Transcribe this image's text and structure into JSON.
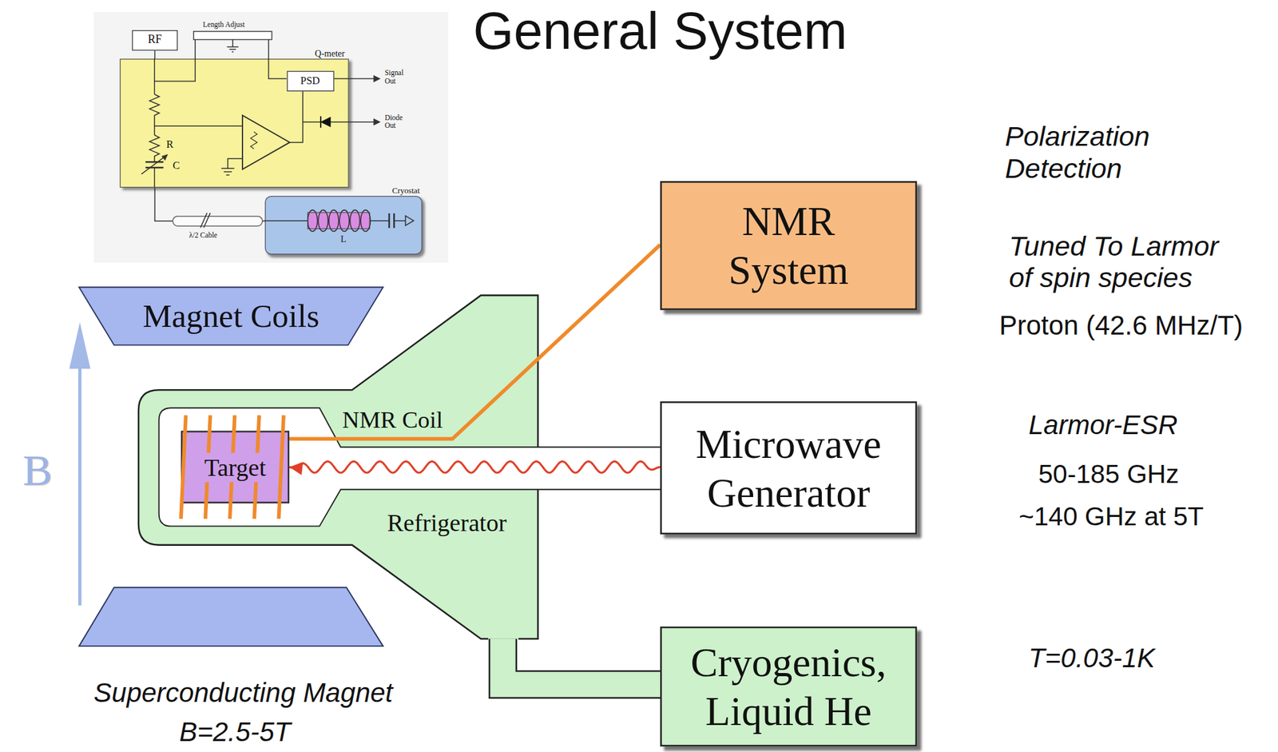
{
  "diagram": {
    "title": "General System",
    "nodes": [
      {
        "text": [
          "RF"
        ]
      },
      {
        "text": [
          "Q-meter"
        ]
      },
      {
        "text": [
          "PSD"
        ],
        "in": 1
      },
      {
        "text": [
          "Cryostat"
        ]
      },
      {
        "text": [
          "NMR System"
        ]
      },
      {
        "text": [
          "Magnet Coils"
        ]
      },
      {
        "text": [
          "Refrigerator"
        ]
      },
      {
        "text": [
          "Target"
        ],
        "in": 6
      },
      {
        "text": [
          "Microwave Generator"
        ]
      },
      {
        "text": [
          "Cryogenics, Liquid He"
        ]
      }
    ],
    "edges": [
      {
        "from": 0,
        "to": 1,
        "arrow": "none"
      },
      {
        "from": 1,
        "to": 3,
        "label": "λ/2 Cable",
        "arrow": "none"
      },
      {
        "from": 4,
        "to": 7,
        "arrow": "none"
      },
      {
        "from": 8,
        "to": 7,
        "arrow": "to"
      },
      {
        "from": 6,
        "to": 9,
        "arrow": "none"
      }
    ],
    "labels": [
      "Length Adjust",
      "Signal Out",
      "Diode Out",
      "R",
      "C",
      "L",
      "NMR Coil",
      "B",
      "Superconducting Magnet",
      "B=2.5-5T",
      "Polarization Detection",
      "Tuned To Larmor of spin species",
      "Proton (42.6 MHz/T)",
      "Larmor-ESR",
      "50-185 GHz",
      "~140 GHz at 5T",
      "T=0.03-1K"
    ]
  }
}
